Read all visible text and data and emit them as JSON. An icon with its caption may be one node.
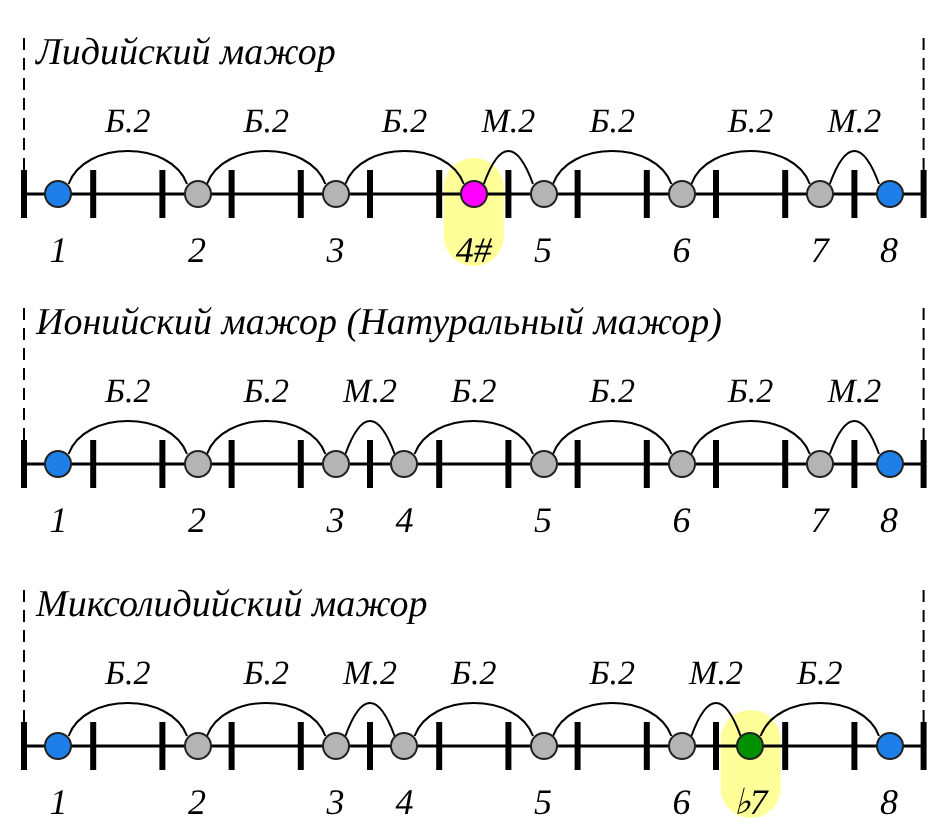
{
  "diagram": {
    "nodes": [
      {
        "text": [],
        "shape": "circle",
        "beside": [
          "1"
        ]
      },
      {
        "text": [],
        "shape": "circle",
        "beside": [
          "2"
        ]
      },
      {
        "text": [],
        "shape": "circle",
        "beside": [
          "3"
        ]
      },
      {
        "text": [],
        "shape": "circle",
        "beside": [
          "4#"
        ]
      },
      {
        "text": [],
        "shape": "circle",
        "beside": [
          "5"
        ]
      },
      {
        "text": [],
        "shape": "circle",
        "beside": [
          "6"
        ]
      },
      {
        "text": [],
        "shape": "circle",
        "beside": [
          "7"
        ]
      },
      {
        "text": [],
        "shape": "circle",
        "beside": [
          "8"
        ]
      },
      {
        "text": [],
        "shape": "circle",
        "beside": [
          "1"
        ]
      },
      {
        "text": [],
        "shape": "circle",
        "beside": [
          "2"
        ]
      },
      {
        "text": [],
        "shape": "circle",
        "beside": [
          "3"
        ]
      },
      {
        "text": [],
        "shape": "circle",
        "beside": [
          "4"
        ]
      },
      {
        "text": [],
        "shape": "circle",
        "beside": [
          "5"
        ]
      },
      {
        "text": [],
        "shape": "circle",
        "beside": [
          "6"
        ]
      },
      {
        "text": [],
        "shape": "circle",
        "beside": [
          "7"
        ]
      },
      {
        "text": [],
        "shape": "circle",
        "beside": [
          "8"
        ]
      },
      {
        "text": [],
        "shape": "circle",
        "beside": [
          "1"
        ]
      },
      {
        "text": [],
        "shape": "circle",
        "beside": [
          "2"
        ]
      },
      {
        "text": [],
        "shape": "circle",
        "beside": [
          "3"
        ]
      },
      {
        "text": [],
        "shape": "circle",
        "beside": [
          "4"
        ]
      },
      {
        "text": [],
        "shape": "circle",
        "beside": [
          "5"
        ]
      },
      {
        "text": [],
        "shape": "circle",
        "beside": [
          "6"
        ]
      },
      {
        "text": [],
        "shape": "circle",
        "beside": [
          "♭7"
        ]
      },
      {
        "text": [],
        "shape": "circle",
        "beside": [
          "8"
        ]
      }
    ],
    "edges": [
      {
        "from": 0,
        "to": 1,
        "arrow": "none",
        "label": "Б.2"
      },
      {
        "from": 1,
        "to": 2,
        "arrow": "none",
        "label": "Б.2"
      },
      {
        "from": 2,
        "to": 3,
        "arrow": "none",
        "label": "Б.2"
      },
      {
        "from": 3,
        "to": 4,
        "arrow": "none",
        "label": "М.2"
      },
      {
        "from": 4,
        "to": 5,
        "arrow": "none",
        "label": "Б.2"
      },
      {
        "from": 5,
        "to": 6,
        "arrow": "none",
        "label": "Б.2"
      },
      {
        "from": 6,
        "to": 7,
        "arrow": "none",
        "label": "М.2"
      },
      {
        "from": 8,
        "to": 9,
        "arrow": "none",
        "label": "Б.2"
      },
      {
        "from": 9,
        "to": 10,
        "arrow": "none",
        "label": "Б.2"
      },
      {
        "from": 10,
        "to": 11,
        "arrow": "none",
        "label": "М.2"
      },
      {
        "from": 11,
        "to": 12,
        "arrow": "none",
        "label": "Б.2"
      },
      {
        "from": 12,
        "to": 13,
        "arrow": "none",
        "label": "Б.2"
      },
      {
        "from": 13,
        "to": 14,
        "arrow": "none",
        "label": "Б.2"
      },
      {
        "from": 14,
        "to": 15,
        "arrow": "none",
        "label": "М.2"
      },
      {
        "from": 16,
        "to": 17,
        "arrow": "none",
        "label": "Б.2"
      },
      {
        "from": 17,
        "to": 18,
        "arrow": "none",
        "label": "Б.2"
      },
      {
        "from": 18,
        "to": 19,
        "arrow": "none",
        "label": "М.2"
      },
      {
        "from": 19,
        "to": 20,
        "arrow": "none",
        "label": "Б.2"
      },
      {
        "from": 20,
        "to": 21,
        "arrow": "none",
        "label": "Б.2"
      },
      {
        "from": 21,
        "to": 22,
        "arrow": "none",
        "label": "М.2"
      },
      {
        "from": 22,
        "to": 23,
        "arrow": "none",
        "label": "Б.2"
      }
    ],
    "labels": [
      "Лидийский мажор",
      "Ионийский мажор (Натуральный мажор)",
      "Миксолидийский мажор"
    ]
  }
}
